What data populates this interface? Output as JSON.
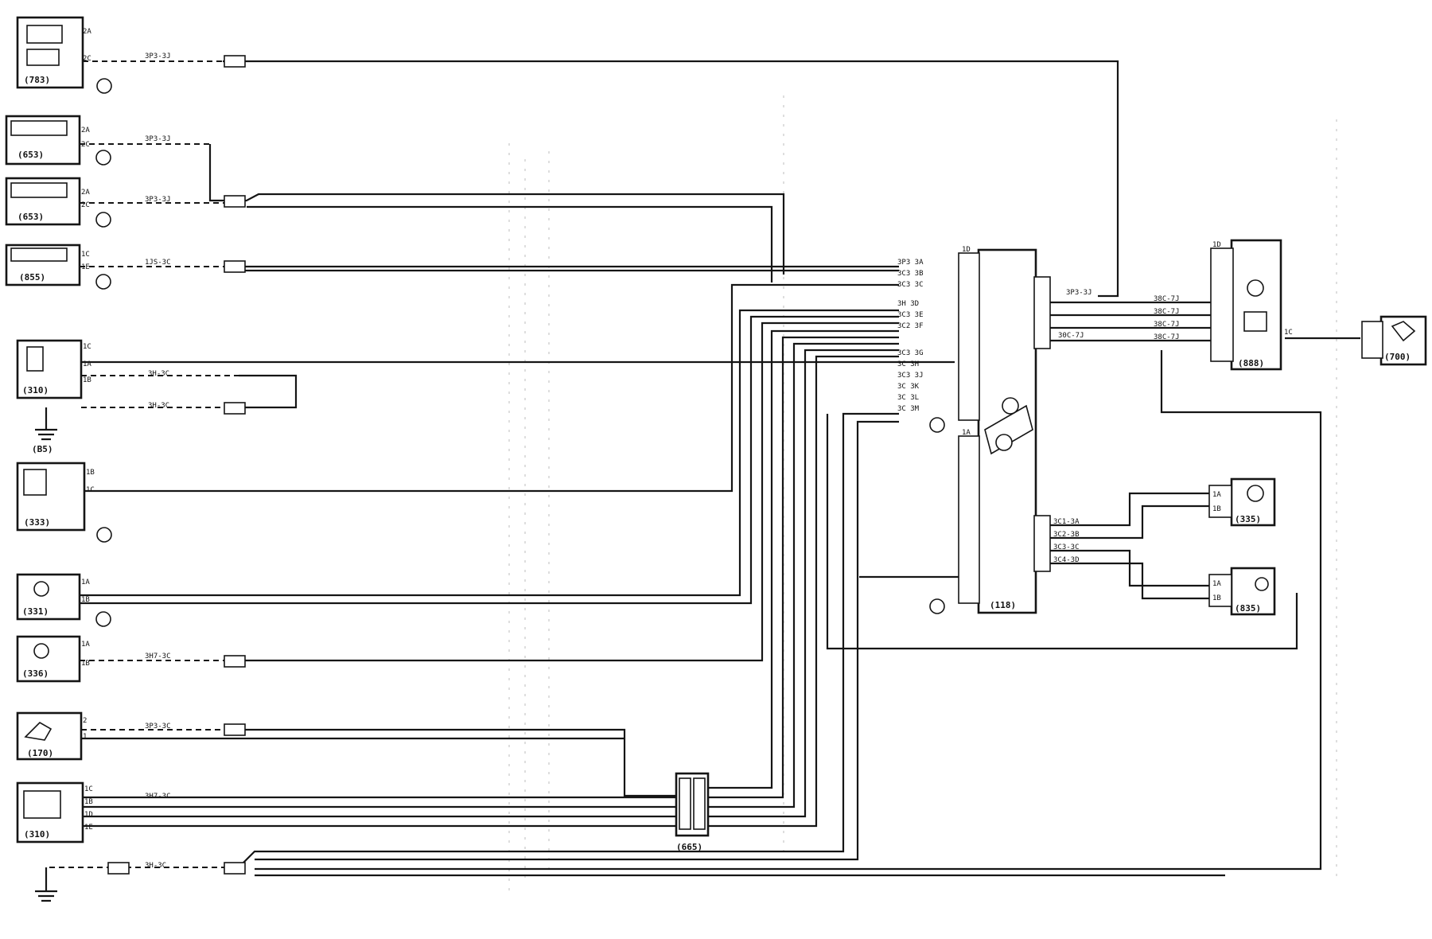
{
  "diagram": {
    "units": [
      {
        "id": "U1",
        "label": "(783)",
        "pins": [
          "2A",
          "2C"
        ]
      },
      {
        "id": "U2",
        "label": "(653)",
        "pins": [
          "2A",
          "2C"
        ]
      },
      {
        "id": "U3",
        "label": "(653)",
        "pins": [
          "2A",
          "2C"
        ]
      },
      {
        "id": "U4",
        "label": "(855)",
        "pins": [
          "1C",
          "1E"
        ]
      },
      {
        "id": "U5",
        "label": "(310)",
        "pins": [
          "1C",
          "1A",
          "1B"
        ]
      },
      {
        "id": "U6",
        "label": "(333)",
        "pins": [
          "1B",
          "1C"
        ]
      },
      {
        "id": "U7",
        "label": "(331)",
        "pins": [
          "1A",
          "1B"
        ]
      },
      {
        "id": "U8",
        "label": "(336)",
        "pins": [
          "1A",
          "1B"
        ]
      },
      {
        "id": "U9",
        "label": "(170)",
        "pins": [
          "2",
          "1"
        ]
      },
      {
        "id": "U10",
        "label": "(310)",
        "pins": [
          "1C",
          "1B",
          "1D",
          "1E"
        ]
      }
    ],
    "ecu": {
      "label": "(118)",
      "pin_left_top": "1D",
      "pin_left_bottom": "1A"
    },
    "module_right": {
      "label": "(888)",
      "pin_top": "1D",
      "pin_side": "1C"
    },
    "connector_far": {
      "label": "(700)"
    },
    "sensor_a": {
      "label": "(335)",
      "pins": [
        "1A",
        "1B"
      ]
    },
    "sensor_b": {
      "label": "(835)",
      "pins": [
        "1A",
        "1B"
      ]
    },
    "junction_bottom": {
      "label": "(665)"
    },
    "ground_label": "(B5)",
    "wire_codes": [
      "3P3-3J",
      "3P3-3J",
      "3P3-3J",
      "1JS-3C",
      "3H-3C",
      "3H-3C",
      "3H7-3C",
      "3P3-3C",
      "3H7-3C",
      "3H-3C",
      "3P3-3J",
      "30C-7J"
    ],
    "ecu_codes": [
      "3P3 3A",
      "3C3 3B",
      "3C3 3C",
      "3H 3D",
      "3C3 3E",
      "3C2 3F",
      "3C3 3G",
      "3C 3H",
      "3C3 3J",
      "3C 3K",
      "3C 3L",
      "3C 3M"
    ],
    "module_codes": [
      "38C-7J",
      "38C-7J",
      "38C-7J",
      "38C-7J"
    ],
    "sensor_codes": [
      "3C1-3A",
      "3C2-3B",
      "3C3-3C",
      "3C4-3D"
    ],
    "colors": {
      "ink": "#151515",
      "paper": "#ffffff"
    }
  }
}
